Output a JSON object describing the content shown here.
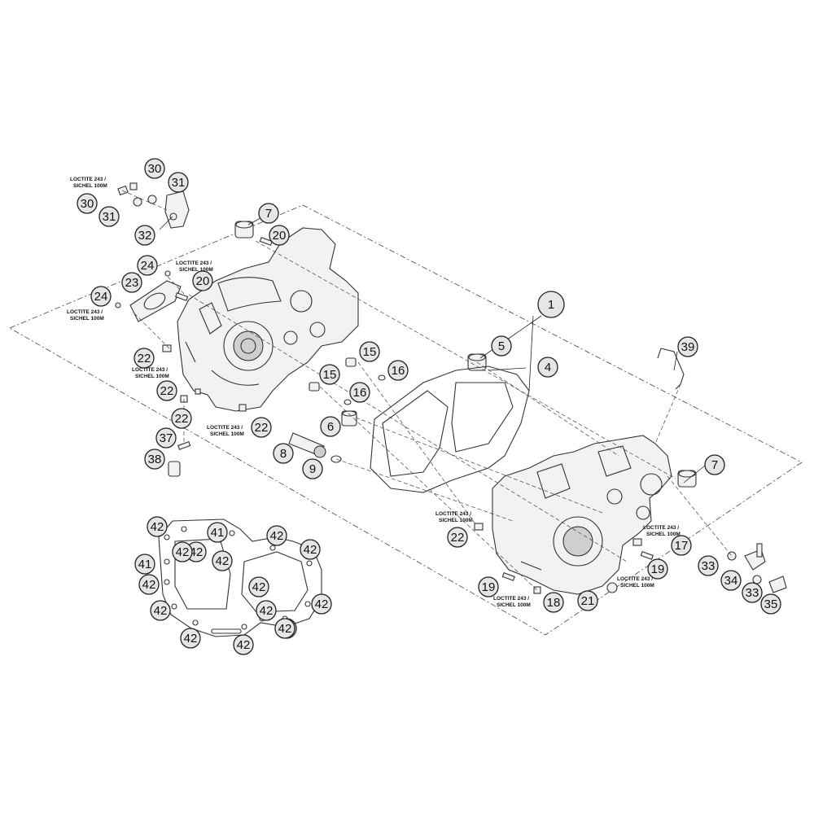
{
  "callouts": [
    {
      "label": "30"
    },
    {
      "label": "31"
    },
    {
      "label": "30"
    },
    {
      "label": "31"
    },
    {
      "label": "32"
    },
    {
      "label": "7"
    },
    {
      "label": "20"
    },
    {
      "label": "24"
    },
    {
      "label": "23"
    },
    {
      "label": "20"
    },
    {
      "label": "24"
    },
    {
      "label": "1"
    },
    {
      "label": "39"
    },
    {
      "label": "5"
    },
    {
      "label": "15"
    },
    {
      "label": "16"
    },
    {
      "label": "4"
    },
    {
      "label": "22"
    },
    {
      "label": "15"
    },
    {
      "label": "16"
    },
    {
      "label": "22"
    },
    {
      "label": "22"
    },
    {
      "label": "22"
    },
    {
      "label": "6"
    },
    {
      "label": "37"
    },
    {
      "label": "8"
    },
    {
      "label": "9"
    },
    {
      "label": "38"
    },
    {
      "label": "7"
    },
    {
      "label": "22"
    },
    {
      "label": "17"
    },
    {
      "label": "33"
    },
    {
      "label": "19"
    },
    {
      "label": "34"
    },
    {
      "label": "19"
    },
    {
      "label": "18"
    },
    {
      "label": "21"
    },
    {
      "label": "33"
    },
    {
      "label": "35"
    },
    {
      "label": "42"
    },
    {
      "label": "41"
    },
    {
      "label": "42"
    },
    {
      "label": "42"
    },
    {
      "label": "42"
    },
    {
      "label": "41"
    },
    {
      "label": "42"
    },
    {
      "label": "42"
    },
    {
      "label": "42"
    },
    {
      "label": "42"
    },
    {
      "label": "42"
    },
    {
      "label": "42"
    },
    {
      "label": "42"
    },
    {
      "label": "42"
    },
    {
      "label": "42"
    },
    {
      "label": "42"
    },
    {
      "label": "42"
    }
  ],
  "notes": [
    {
      "line1": "LOCTITE 243 /",
      "line2": "SICHEL 100M"
    },
    {
      "line1": "LOCTITE 243 /",
      "line2": "SICHEL 100M"
    },
    {
      "line1": "LOCTITE 243 /",
      "line2": "SICHEL 100M"
    },
    {
      "line1": "LOCTITE 243 /",
      "line2": "SICHEL 100M"
    },
    {
      "line1": "LOCTITE 243 /",
      "line2": "SICHEL 100M"
    },
    {
      "line1": "LOCTITE 243 /",
      "line2": "SICHEL 100M"
    },
    {
      "line1": "LOCTITE 243 /",
      "line2": "SICHEL 100M"
    },
    {
      "line1": "LOCTITE 243 /",
      "line2": "SICHEL 100M"
    },
    {
      "line1": "LOCTITE 243 /",
      "line2": "SICHEL 100M"
    }
  ]
}
